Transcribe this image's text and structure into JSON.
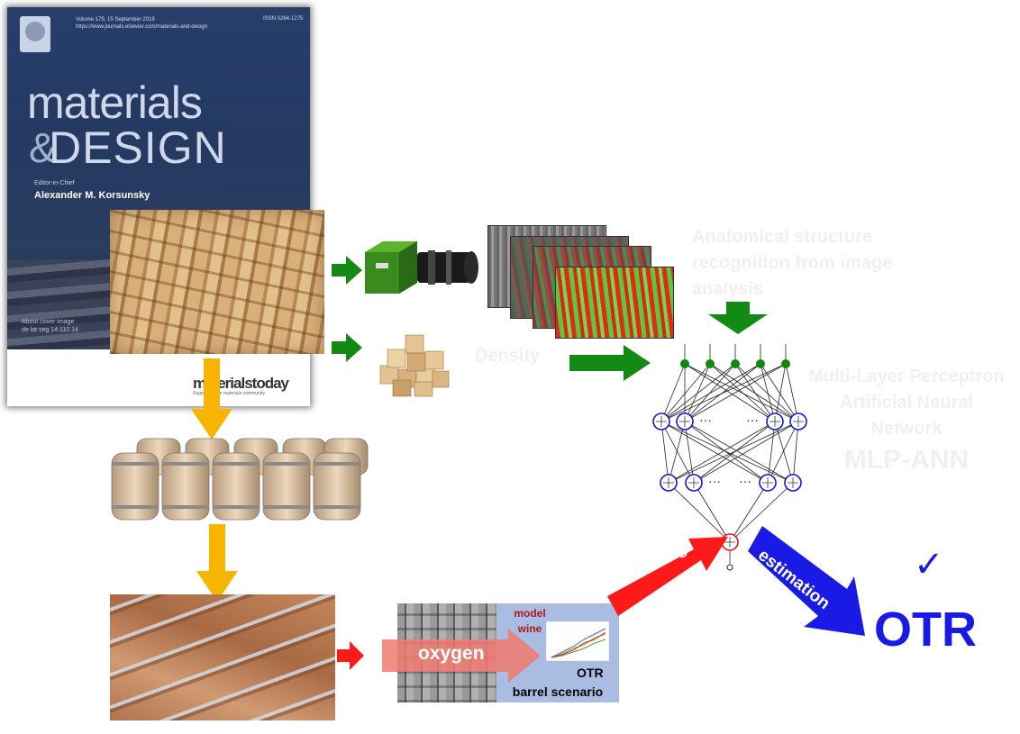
{
  "cover": {
    "volume_line": "Volume 179, 15 September 2019\nhttps://www.journals.elsevier.com/materials-and-design",
    "issn": "ISSN 0264-1275",
    "title_line1": "materials",
    "title_amp": "&",
    "title_line2": "DESIGN",
    "editor_label": "Editor-in-Chief",
    "editor_name": "Alexander M. Korsunsky",
    "about_text": "About cover image\nde lat seg 14 110 14",
    "brand": "materialstoday",
    "brand_sub": "Supporting the materials community"
  },
  "labels": {
    "anatomical": "Anatomical structure recognition from image analysis",
    "density": "Density",
    "mlp": "Multi-Layer Perceptron Artificial Neural Network",
    "mlp_abbrev": "MLP-ANN",
    "oxygen": "oxygen",
    "model_wine": "model wine",
    "otr_small": "OTR",
    "barrel_scenario": "barrel scenario",
    "trainning": "trainning",
    "estimation": "estimation",
    "otr_big": "OTR",
    "check": "✓",
    "ellipsis": "···"
  },
  "colors": {
    "green_arrow": "#138a13",
    "yellow_arrow": "#f7b500",
    "red_arrow": "#ff1a1a",
    "blue_arrow": "#1a1ae6",
    "neuron_blue": "#1818cc",
    "neuron_green": "#0c8a0c"
  },
  "icons": {
    "camera": "industrial-camera-icon",
    "cubes": "wood-cubes-icon",
    "barrels": "barrels-icon",
    "check": "check-icon"
  }
}
